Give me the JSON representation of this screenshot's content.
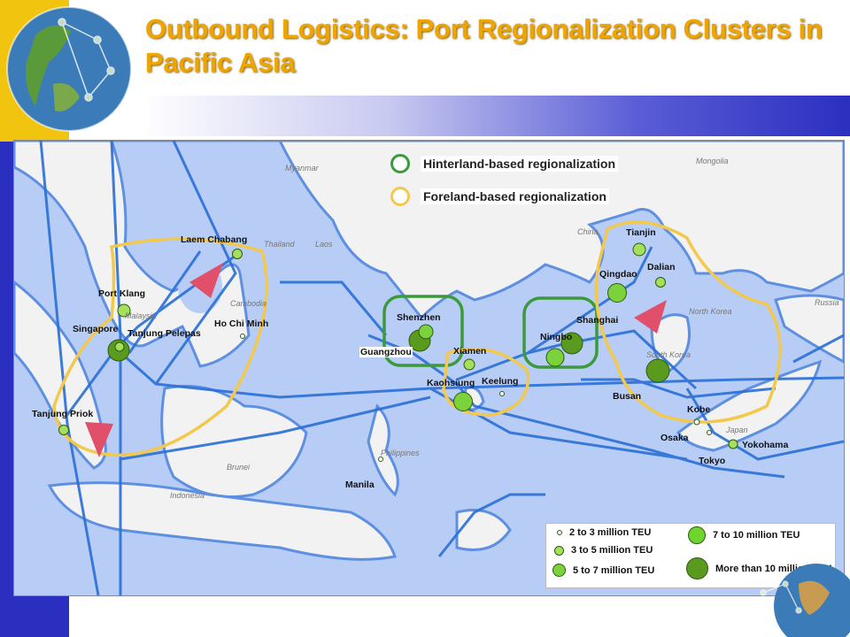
{
  "slide": {
    "title": "Outbound Logistics: Port Regionalization Clusters in Pacific Asia"
  },
  "legend": {
    "hinterland": {
      "label": "Hinterland-based regionalization",
      "color": "#3c9a3c"
    },
    "foreland": {
      "label": "Foreland-based regionalization",
      "color": "#f2c94c"
    }
  },
  "size_legend": {
    "items": [
      {
        "label": "2 to 3 million TEU",
        "class": "tiny"
      },
      {
        "label": "3 to 5 million TEU",
        "class": "small"
      },
      {
        "label": "5 to 7 million TEU",
        "class": "medium"
      },
      {
        "label": "7 to 10 million TEU",
        "class": "large"
      },
      {
        "label": "More than 10 million TEU",
        "class": "xlarge"
      }
    ]
  },
  "ports": {
    "laem_chabang": "Laem Chabang",
    "port_klang": "Port Klang",
    "singapore": "Singapore",
    "tanjung_pelepas": "Tanjung Pelepas",
    "ho_chi_minh": "Ho Chi Minh",
    "tanjung_priok": "Tanjung Priok",
    "shenzhen": "Shenzhen",
    "guangzhou": "Guangzhou",
    "xiamen": "Xiamen",
    "kaohsiung": "Kaohsiung",
    "keelung": "Keelung",
    "ningbo": "Ningbo",
    "shanghai": "Shanghai",
    "tianjin": "Tianjin",
    "qingdao": "Qingdao",
    "dalian": "Dalian",
    "busan": "Busan",
    "kobe": "Kobe",
    "osaka": "Osaka",
    "yokohama": "Yokohama",
    "tokyo": "Tokyo",
    "manila": "Manila"
  },
  "countries": {
    "myanmar": "Myanmar",
    "thailand": "Thailand",
    "laos": "Laos",
    "cambodia": "Cambodia",
    "malaysia": "Malaysia",
    "indonesia": "Indonesia",
    "philippines": "Philippines",
    "brunei": "Brunei",
    "china": "China",
    "mongolia": "Mongolia",
    "north_korea": "North Korea",
    "south_korea": "South Korea",
    "japan": "Japan",
    "russia": "Russia"
  },
  "colors": {
    "sea": "#b7cdf6",
    "land": "#f2f2f2",
    "route": "#2a6fd6",
    "arrow": "#e0506a",
    "dot_light": "#a4e05a",
    "dot_mid": "#5fcc2a",
    "dot_dark": "#5a9a1e"
  }
}
